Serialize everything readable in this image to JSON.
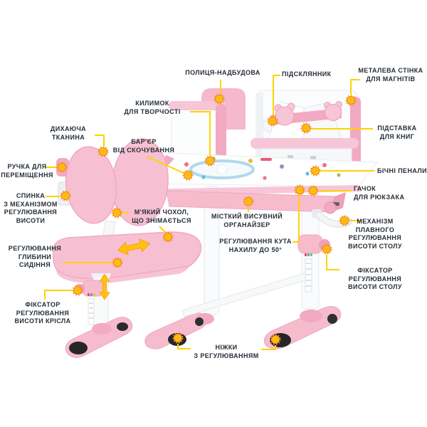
{
  "title": "Annotated product diagram: children's growing desk and chair set (pink)",
  "colors": {
    "leader_line": "#FFD200",
    "marker_outer": "#F6921E",
    "marker_inner": "#FFC10E",
    "arrow": "#FFC10E",
    "product_pink": "#F7C0D2",
    "product_pink_dark": "#F2A9C2",
    "label_text": "#252E38",
    "background": "#FFFFFF"
  },
  "marker_icon": "sun-burst",
  "labels": {
    "shelf": "ПОЛИЦЯ-НАДБУДОВА",
    "cupholder": "ПІДСКЛЯННИК",
    "metal_wall": "МЕТАЛЕВА СТІНКА\nДЛЯ МАГНІТІВ",
    "mat": "КИЛИМОК\nДЛЯ ТВОРЧОСТІ",
    "barrier": "БАР'ЄР\nВІД СКОЧУВАННЯ",
    "fabric": "ДИХАЮЧА\nТКАНИНА",
    "handle": "РУЧКА ДЛЯ\nПЕРЕМІЩЕННЯ",
    "backrest": "СПИНКА\nЗ МЕХАНІЗМОМ\nРЕГУЛЮВАННЯ\nВИСОТИ",
    "seat_depth": "РЕГУЛЮВАННЯ\nГЛИБИНИ\nСИДІННЯ",
    "chair_height_lock": "ФІКСАТОР\nРЕГУЛЮВАННЯ\nВИСОТИ КРІСЛА",
    "soft_cover": "М'ЯКИЙ ЧОХОЛ,\nЩО ЗНІМАЄТЬСЯ",
    "organizer": "МІСТКИЙ ВИСУВНИЙ\nОРГАНАЙЗЕР",
    "tilt": "РЕГУЛЮВАННЯ КУТА\nНАХИЛУ ДО 50°",
    "pencil_cases": "БІЧНІ ПЕНАЛИ",
    "hook": "ГАЧОК\nДЛЯ РЮКЗАКА",
    "crank_mechanism": "МЕХАНІЗМ\nПЛАВНОГО\nРЕГУЛЮВАННЯ\nВИСОТИ СТОЛУ",
    "desk_height_lock": "ФІКСАТОР\nРЕГУЛЮВАННЯ\nВИСОТИ СТОЛУ",
    "book_stand": "ПІДСТАВКА\nДЛЯ КНИГ",
    "feet": "НІЖКИ\nЗ РЕГУЛЮВАННЯМ"
  }
}
